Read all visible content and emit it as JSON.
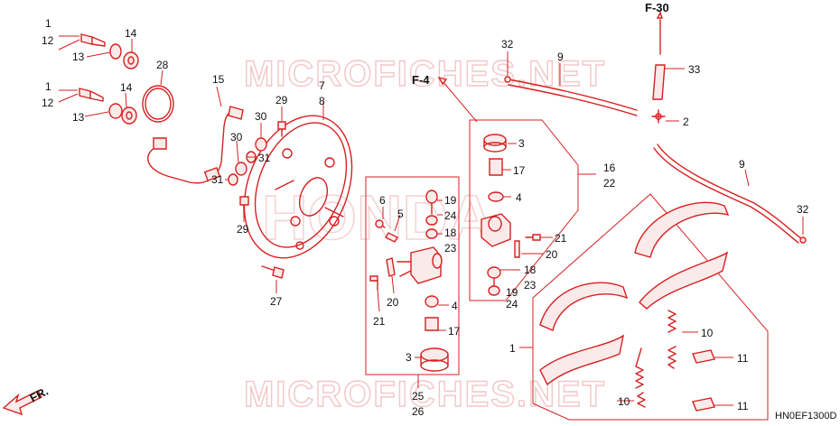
{
  "watermark": {
    "top": "MICROFICHES.NET",
    "bottom": "MICROFICHES.NET",
    "center": "HONDA"
  },
  "diagram_code": "HN0EF1300D",
  "direction_label": "FR.",
  "refs": {
    "f4": "F-4",
    "f30": "F-30"
  },
  "callouts": {
    "c1a": "1",
    "c12a": "12",
    "c13a": "13",
    "c14a": "14",
    "c1b": "1",
    "c12b": "12",
    "c13b": "13",
    "c14b": "14",
    "c28": "28",
    "c15": "15",
    "c7": "7",
    "c8": "8",
    "c29a": "29",
    "c30a": "30",
    "c30b": "30",
    "c31a": "31",
    "c31b": "31",
    "c29b": "29",
    "c27": "27",
    "c6": "6",
    "c5": "5",
    "c19a": "19",
    "c24a": "24",
    "c18a": "18",
    "c23a": "23",
    "c20a": "20",
    "c21a": "21",
    "c4a": "4",
    "c17a": "17",
    "c3a": "3",
    "c25": "25",
    "c26": "26",
    "c32a": "32",
    "c9a": "9",
    "c33": "33",
    "c2": "2",
    "c3b": "3",
    "c17b": "17",
    "c4b": "4",
    "c16": "16",
    "c22": "22",
    "c21b": "21",
    "c20b": "20",
    "c18b": "18",
    "c23b": "23",
    "c19b": "19",
    "c24b": "24",
    "c9b": "9",
    "c32b": "32",
    "c1c": "1",
    "c10a": "10",
    "c11a": "11",
    "c10b": "10",
    "c11b": "11"
  }
}
